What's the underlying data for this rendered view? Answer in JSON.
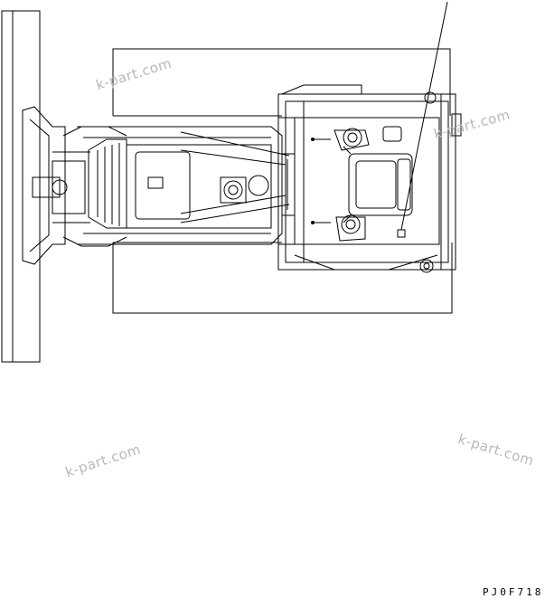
{
  "watermarks": [
    "k-part.com",
    "k-part.com",
    "k-part.com",
    "k-part.com"
  ],
  "drawing_code": "PJ0F718",
  "line_color": "#000000",
  "watermark_color": "#b8b8b8"
}
